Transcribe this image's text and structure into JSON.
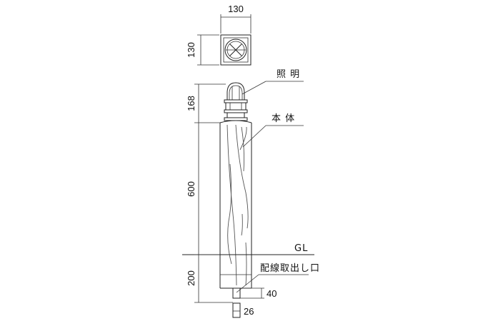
{
  "dimensions": {
    "top_width": "130",
    "top_depth": "130",
    "light_height": "168",
    "body_height": "600",
    "below_ground": "200",
    "outlet_height": "40",
    "outlet_width": "26"
  },
  "labels": {
    "lighting": "照 明",
    "body": "本 体",
    "ground_line": "GL",
    "wiring_outlet": "配線取出し口"
  }
}
